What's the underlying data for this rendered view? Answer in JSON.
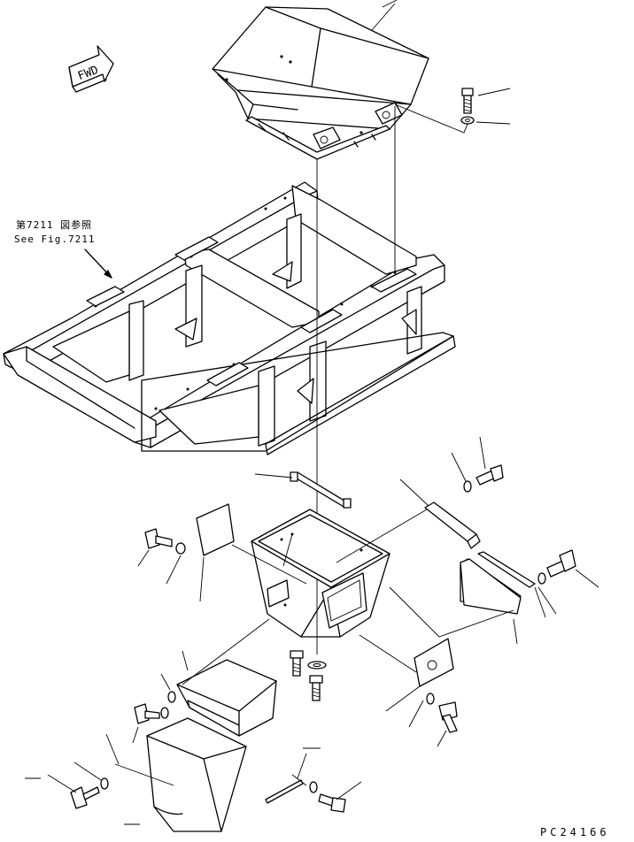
{
  "labels": {
    "reference_jp": "第7211 図参照",
    "reference_en": "See Fig.7211",
    "fwd_arrow": "FWD",
    "drawing_id": "PC24166"
  },
  "icons": {
    "fwd": "fwd-arrow-icon",
    "bolt": "bolt-icon",
    "washer": "washer-icon"
  }
}
